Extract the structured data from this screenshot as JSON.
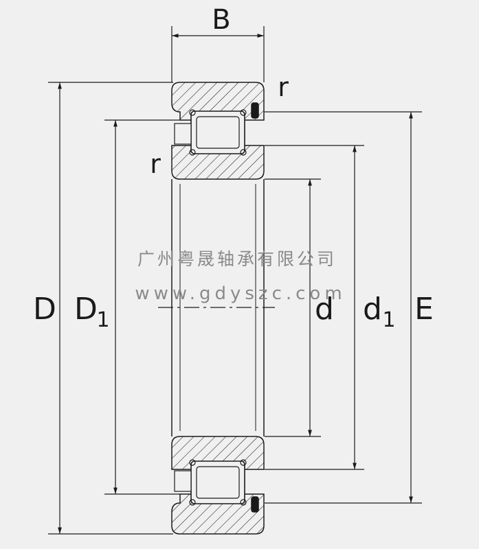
{
  "labels": {
    "B": "B",
    "r_top": "r",
    "r_left": "r",
    "D": "D",
    "D1_main": "D",
    "D1_sub": "1",
    "d": "d",
    "d1_main": "d",
    "d1_sub": "1",
    "E": "E"
  },
  "watermark": {
    "company": "广州粤晟轴承有限公司",
    "url": "www.gdyszc.com"
  },
  "colors": {
    "background": "#f0f0f0",
    "line": "#1a1a1a",
    "watermark": "#8a8a8a"
  }
}
